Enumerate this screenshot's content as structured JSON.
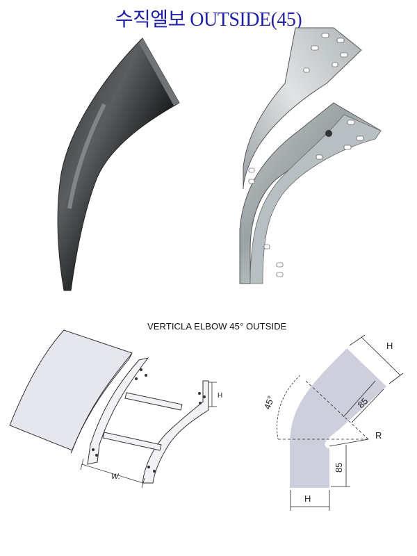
{
  "page": {
    "title": "수직엘보 OUTSIDE(45)",
    "subtitle": "VERTICLA ELBOW 45° OUTSIDE"
  },
  "drawing": {
    "w_label": "W.",
    "h_label_small": "H",
    "h_top": "H",
    "h_bottom": "H",
    "dim_85_diag": "85",
    "dim_85_vert": "85",
    "r_label": "R",
    "angle_label": "45°"
  }
}
